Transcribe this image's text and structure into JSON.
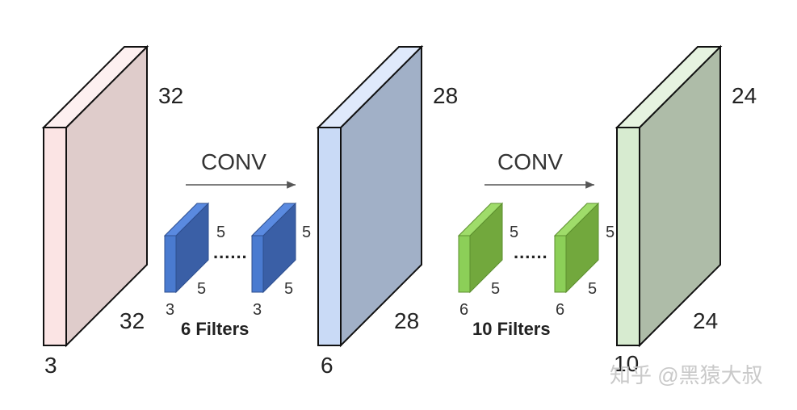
{
  "volumes": [
    {
      "height_label": "32",
      "width_label": "32",
      "depth_label": "3",
      "colors": {
        "front": "#fbe4e4",
        "side": "#dfcccb",
        "top": "#fdf0f0",
        "stroke": "#111111"
      }
    },
    {
      "height_label": "28",
      "width_label": "28",
      "depth_label": "6",
      "colors": {
        "front": "#c9daf6",
        "side": "#a1b0c7",
        "top": "#dfe9fb",
        "stroke": "#111111"
      }
    },
    {
      "height_label": "24",
      "width_label": "24",
      "depth_label": "10",
      "colors": {
        "front": "#d7ebd0",
        "side": "#aebca8",
        "top": "#e6f3e0",
        "stroke": "#111111"
      }
    }
  ],
  "operations": [
    {
      "label": "CONV",
      "filters_label": "6 Filters",
      "filter_colors": {
        "front": "#4a7bd0",
        "side": "#3a5fa6",
        "top": "#5a8ae0"
      },
      "filters": [
        {
          "height": "5",
          "width": "5",
          "depth": "3"
        },
        {
          "height": "5",
          "width": "5",
          "depth": "3"
        }
      ],
      "ellipsis": "......"
    },
    {
      "label": "CONV",
      "filters_label": "10 Filters",
      "filter_colors": {
        "front": "#8ccf58",
        "side": "#72a83d",
        "top": "#9fdc6a"
      },
      "filters": [
        {
          "height": "5",
          "width": "5",
          "depth": "6"
        },
        {
          "height": "5",
          "width": "5",
          "depth": "6"
        }
      ],
      "ellipsis": "......"
    }
  ],
  "watermark": "知乎 @黑猿大叔"
}
